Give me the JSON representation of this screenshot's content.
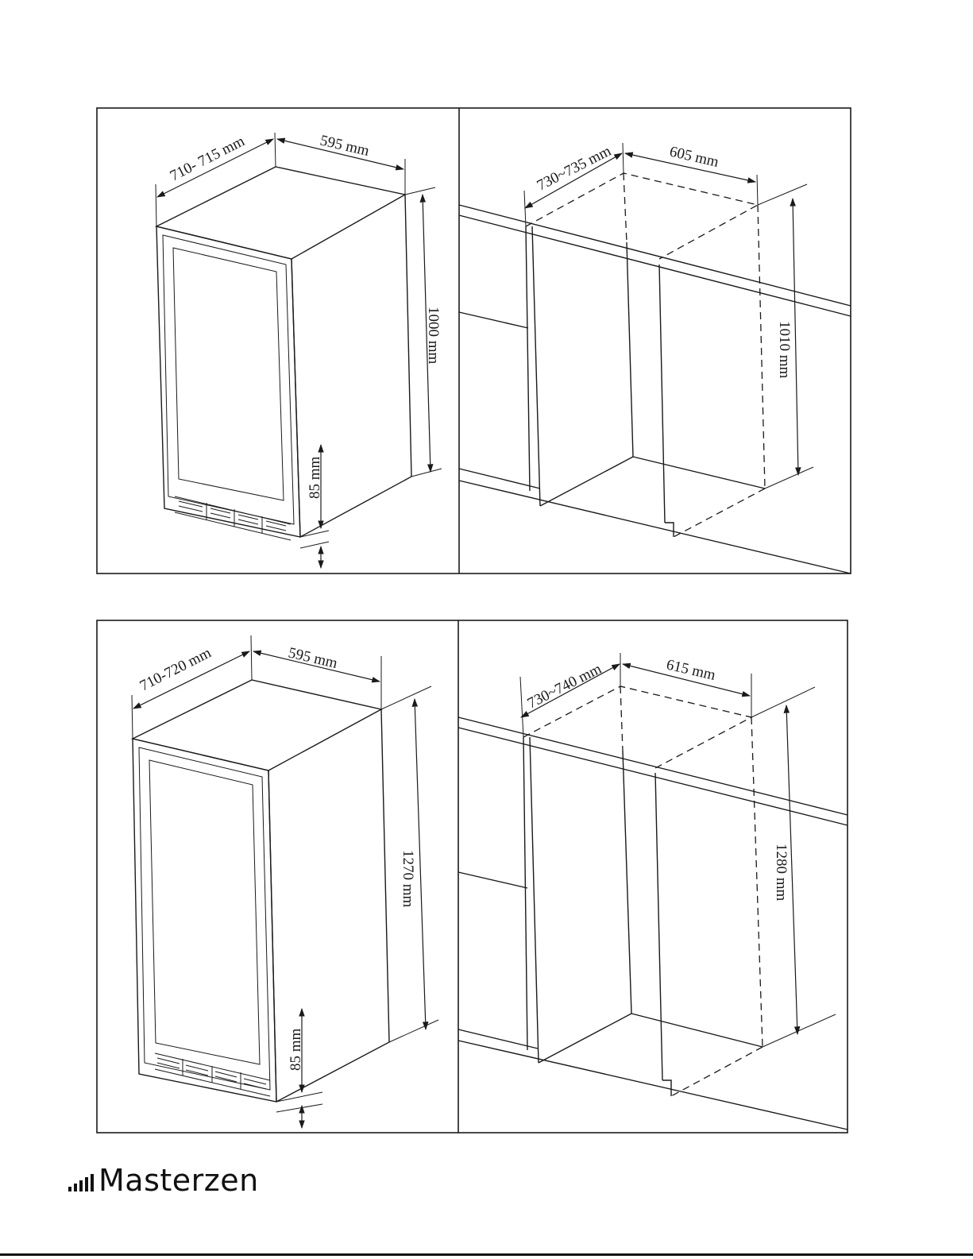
{
  "brand": {
    "name": "Masterzen"
  },
  "panels": {
    "unit_1": {
      "depth": "710- 715 mm",
      "width": "595 mm",
      "height": "1000 mm",
      "base": "85 mm"
    },
    "cabinet_1": {
      "depth": "730~735 mm",
      "width": "605 mm",
      "height": "1010 mm"
    },
    "unit_2": {
      "depth": "710-720 mm",
      "width": "595 mm",
      "height": "1270 mm",
      "base": "85 mm"
    },
    "cabinet_2": {
      "depth": "730~740 mm",
      "width": "615 mm",
      "height": "1280 mm"
    }
  }
}
